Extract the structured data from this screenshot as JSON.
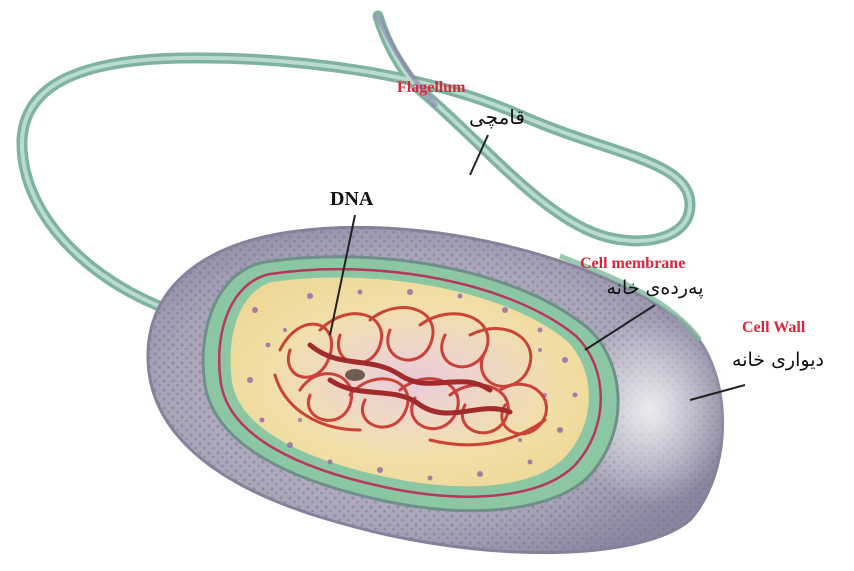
{
  "labels": {
    "flagellum": {
      "en": "Flagellum",
      "fa": "قامچی"
    },
    "dna": {
      "en": "DNA"
    },
    "cell_membrane": {
      "en": "Cell membrane",
      "fa": "پەردەی خانە"
    },
    "cell_wall": {
      "en": "Cell Wall",
      "fa": "دیواری خانە"
    }
  },
  "colors": {
    "english_label": "#d8263a",
    "persian_label": "#111111",
    "dna_label": "#111111",
    "flagellum": "#8fbfae",
    "cell_wall": "#9d9aac",
    "membrane": "#8cc7a4",
    "cytoplasm": "#f2e2a8",
    "dna": "#c7322a"
  }
}
